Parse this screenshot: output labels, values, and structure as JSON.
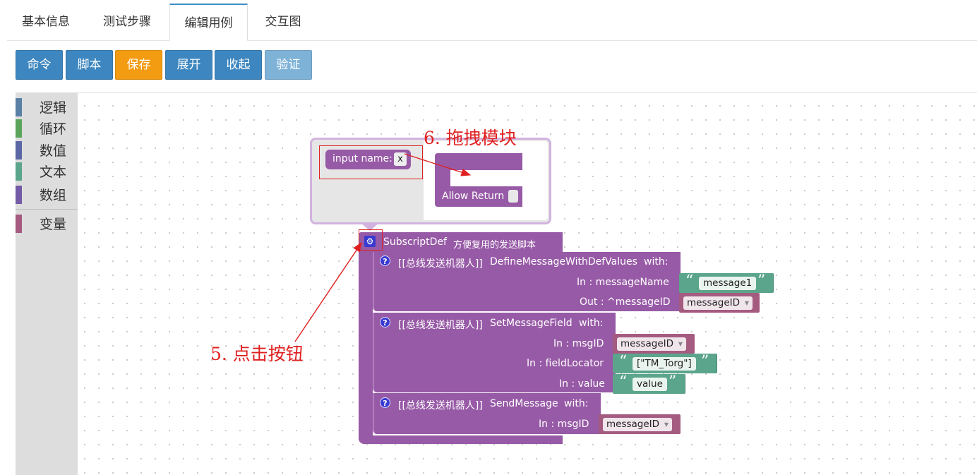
{
  "tabs": [
    {
      "label": "基本信息",
      "active": false
    },
    {
      "label": "测试步骤",
      "active": false
    },
    {
      "label": "编辑用例",
      "active": true
    },
    {
      "label": "交互图",
      "active": false
    }
  ],
  "toolbar": {
    "command": "命令",
    "script": "脚本",
    "save": "保存",
    "expand": "展开",
    "collapse": "收起",
    "verify": "验证"
  },
  "toolbox": {
    "categories": [
      {
        "label": "逻辑",
        "color": "#5b80a5"
      },
      {
        "label": "循环",
        "color": "#5ba55b"
      },
      {
        "label": "数值",
        "color": "#5b67a5"
      },
      {
        "label": "文本",
        "color": "#5ba58c"
      },
      {
        "label": "数组",
        "color": "#745ba5"
      },
      {
        "label": "变量",
        "color": "#a55b80"
      }
    ]
  },
  "mutator": {
    "param_label": "input name:",
    "param_value": "x",
    "allow_return": "Allow Return"
  },
  "subscript": {
    "name": "SubscriptDef",
    "desc": "方便复用的发送脚本",
    "steps": [
      {
        "robot": "[[总线发送机器人]]",
        "command": "DefineMessageWithDefValues",
        "with": "with:",
        "params": [
          {
            "label": "In : messageName",
            "kind": "string",
            "value": "message1"
          },
          {
            "label": "Out : ^messageID",
            "kind": "variable",
            "value": "messageID"
          }
        ]
      },
      {
        "robot": "[[总线发送机器人]]",
        "command": "SetMessageField",
        "with": "with:",
        "params": [
          {
            "label": "In : msgID",
            "kind": "variable",
            "value": "messageID"
          },
          {
            "label": "In : fieldLocator",
            "kind": "string",
            "value": "[\"TM_Torg\"]"
          },
          {
            "label": "In : value",
            "kind": "string",
            "value": "value"
          }
        ]
      },
      {
        "robot": "[[总线发送机器人]]",
        "command": "SendMessage",
        "with": "with:",
        "params": [
          {
            "label": "In : msgID",
            "kind": "variable",
            "value": "messageID"
          }
        ]
      }
    ]
  },
  "annotations": {
    "drag_block": "6. 拖拽模块",
    "click_button": "5. 点击按钮"
  },
  "colors": {
    "procedure_block": "#975aa6",
    "string_block": "#5ba58c",
    "variable_block": "#a55b80",
    "annotation_red": "#e02020",
    "primary_button": "#3d86bf",
    "warning_button": "#f39c12"
  }
}
